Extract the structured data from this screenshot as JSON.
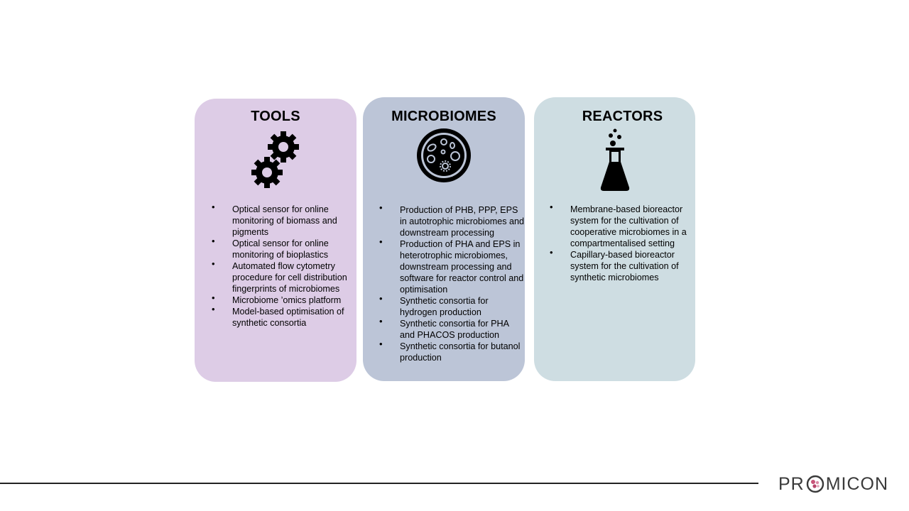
{
  "cards": [
    {
      "title": "TOOLS",
      "icon": "gears-icon",
      "color": "#ddcce6",
      "items": [
        "Optical sensor for online monitoring of biomass and pigments",
        "Optical sensor for online monitoring of bioplastics",
        "Automated flow cytometry procedure for cell distribution fingerprints of microbiomes",
        "Microbiome ’omics platform",
        "Model-based optimisation of synthetic consortia"
      ]
    },
    {
      "title": "MICROBIOMES",
      "icon": "petri-dish-icon",
      "color": "#bcc5d7",
      "items": [
        "Production of PHB, PPP, EPS in autotrophic microbiomes and downstream processing",
        "Production of PHA and EPS in heterotrophic microbiomes, downstream processing and software for reactor control and optimisation",
        "Synthetic consortia for hydrogen production",
        "Synthetic consortia for PHA and PHACOS production",
        "Synthetic consortia for butanol production"
      ]
    },
    {
      "title": "REACTORS",
      "icon": "flask-icon",
      "color": "#cedde2",
      "items": [
        "Membrane-based bioreactor system for the cultivation of cooperative microbiomes in a compartmentalised setting",
        "Capillary-based bioreactor system for the cultivation of synthetic microbiomes"
      ]
    }
  ],
  "footer": {
    "logo_left": "PR",
    "logo_right": "MICON",
    "logo_accent": "#c8557a"
  }
}
